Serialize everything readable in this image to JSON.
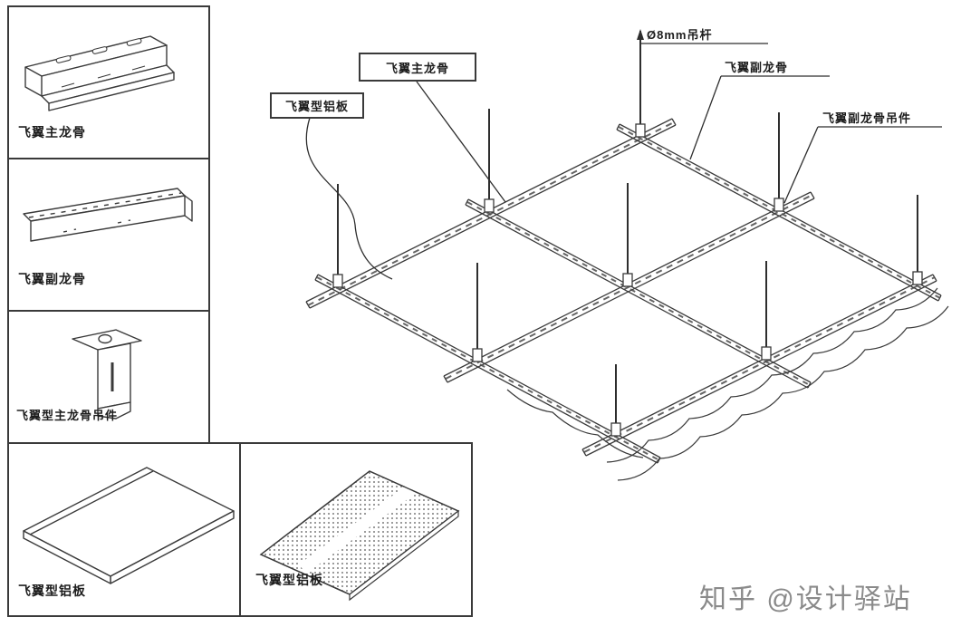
{
  "details": {
    "main_keel": {
      "label": "飞翼主龙骨"
    },
    "sub_keel": {
      "label": "飞翼副龙骨"
    },
    "main_keel_hanger": {
      "label": "飞翼型主龙骨吊件"
    },
    "alum_plate": {
      "label": "飞翼型铝板"
    },
    "perf_plate": {
      "label": "飞翼型铝板"
    }
  },
  "callouts": {
    "hanger_rod": "Ø8mm吊杆",
    "main_keel": "飞翼主龙骨",
    "alum_plate": "飞翼型铝板",
    "sub_keel": "飞翼副龙骨",
    "sub_keel_hanger": "飞翼副龙骨吊件"
  },
  "watermark": "知乎 @设计驿站",
  "colors": {
    "line": "#3a3a3a",
    "watermark": "#8a8a8a",
    "background": "#ffffff"
  }
}
